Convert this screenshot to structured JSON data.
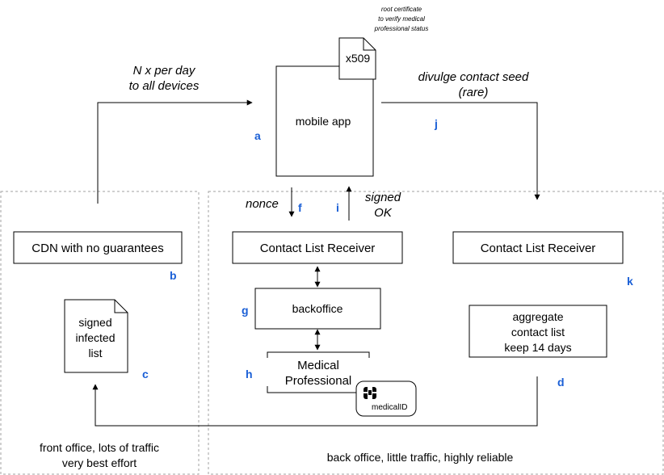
{
  "colors": {
    "letter": "#1a5fd6",
    "zone_border": "#a0a0a0",
    "line": "#000000"
  },
  "nodes": {
    "mobile_app": "mobile app",
    "certificate": "x509",
    "certificate_note": [
      "root certificate",
      "to verify medical",
      "professional status"
    ],
    "cdn": "CDN with no guarantees",
    "infected_list": [
      "signed",
      "infected",
      "list"
    ],
    "receiver_left": "Contact List Receiver",
    "receiver_right": "Contact List Receiver",
    "backoffice": "backoffice",
    "medical_professional": [
      "Medical",
      "Professional"
    ],
    "medical_id": "medicalID",
    "aggregate": [
      "aggregate",
      "contact list",
      "keep 14 days"
    ]
  },
  "edges": {
    "download": [
      "N x per day",
      "to all devices"
    ],
    "divulge": [
      "divulge contact seed",
      "(rare)"
    ],
    "nonce": "nonce",
    "signed_ok": [
      "signed",
      "OK"
    ]
  },
  "zones": {
    "front": [
      "front office, lots of traffic",
      "very best effort"
    ],
    "back": "back office, little traffic, highly reliable"
  },
  "letters": {
    "a": "a",
    "b": "b",
    "c": "c",
    "d": "d",
    "f": "f",
    "g": "g",
    "h": "h",
    "i": "i",
    "j": "j",
    "k": "k"
  }
}
